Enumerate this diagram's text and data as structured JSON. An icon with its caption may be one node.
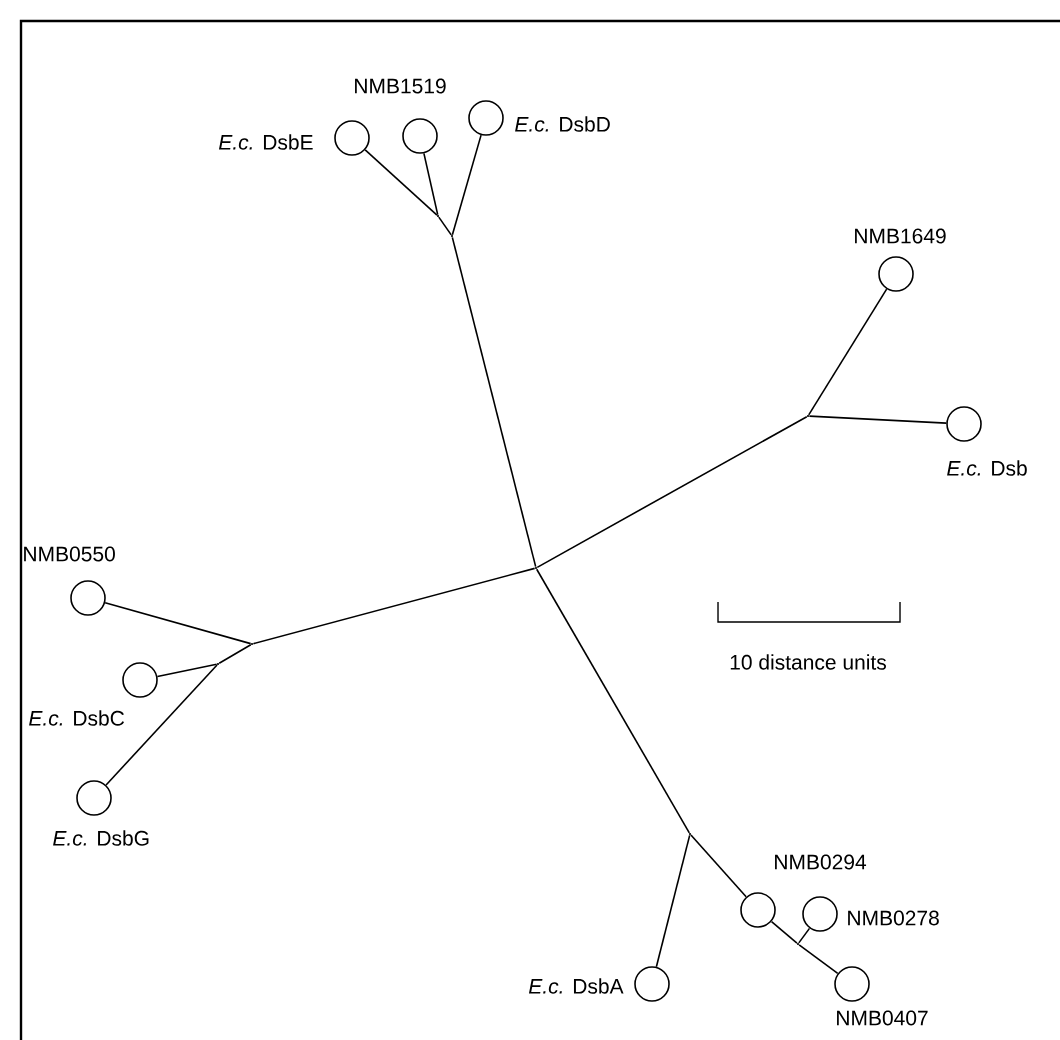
{
  "diagram": {
    "nodes": [
      {
        "text": [],
        "shape": "circle",
        "beside": [
          "NMB1519"
        ]
      },
      {
        "text": [],
        "shape": "circle",
        "beside": [
          "*E.c.* DsbE"
        ]
      },
      {
        "text": [],
        "shape": "circle",
        "beside": [
          "*E.c.* DsbD"
        ]
      },
      {
        "text": [],
        "shape": "point"
      },
      {
        "text": [],
        "shape": "point"
      },
      {
        "text": [],
        "shape": "circle",
        "beside": [
          "NMB1649"
        ]
      },
      {
        "text": [],
        "shape": "point"
      },
      {
        "text": [],
        "shape": "circle",
        "beside": [
          "*E.c.* Dsb"
        ]
      },
      {
        "text": [],
        "shape": "point"
      },
      {
        "text": [],
        "shape": "circle",
        "beside": [
          "NMB0550"
        ]
      },
      {
        "text": [],
        "shape": "point"
      },
      {
        "text": [],
        "shape": "point"
      },
      {
        "text": [],
        "shape": "circle",
        "beside": [
          "*E.c.* DsbC"
        ]
      },
      {
        "text": [],
        "shape": "circle",
        "beside": [
          "*E.c.* DsbG"
        ]
      },
      {
        "text": [],
        "shape": "point"
      },
      {
        "text": [],
        "shape": "circle",
        "beside": [
          "NMB0294"
        ]
      },
      {
        "text": [],
        "shape": "point"
      },
      {
        "text": [],
        "shape": "circle",
        "beside": [
          "NMB0278"
        ]
      },
      {
        "text": [],
        "shape": "circle",
        "beside": [
          "*E.c.* DsbA"
        ]
      },
      {
        "text": [],
        "shape": "circle",
        "beside": [
          "NMB0407"
        ]
      }
    ],
    "edges": [
      {
        "from": 3,
        "to": 1,
        "arrow": "none"
      },
      {
        "from": 3,
        "to": 0,
        "arrow": "none"
      },
      {
        "from": 4,
        "to": 3,
        "arrow": "none"
      },
      {
        "from": 4,
        "to": 2,
        "arrow": "none"
      },
      {
        "from": 8,
        "to": 4,
        "arrow": "none"
      },
      {
        "from": 6,
        "to": 5,
        "arrow": "none"
      },
      {
        "from": 6,
        "to": 7,
        "arrow": "none"
      },
      {
        "from": 8,
        "to": 6,
        "arrow": "none"
      },
      {
        "from": 10,
        "to": 9,
        "arrow": "none"
      },
      {
        "from": 10,
        "to": 11,
        "arrow": "none"
      },
      {
        "from": 8,
        "to": 10,
        "arrow": "none"
      },
      {
        "from": 11,
        "to": 12,
        "arrow": "none"
      },
      {
        "from": 11,
        "to": 13,
        "arrow": "none"
      },
      {
        "from": 8,
        "to": 14,
        "arrow": "none"
      },
      {
        "from": 14,
        "to": 18,
        "arrow": "none"
      },
      {
        "from": 14,
        "to": 15,
        "arrow": "none"
      },
      {
        "from": 15,
        "to": 16,
        "arrow": "none"
      },
      {
        "from": 16,
        "to": 17,
        "arrow": "none"
      },
      {
        "from": 16,
        "to": 19,
        "arrow": "none"
      }
    ],
    "labels": [
      "10 distance units"
    ]
  }
}
